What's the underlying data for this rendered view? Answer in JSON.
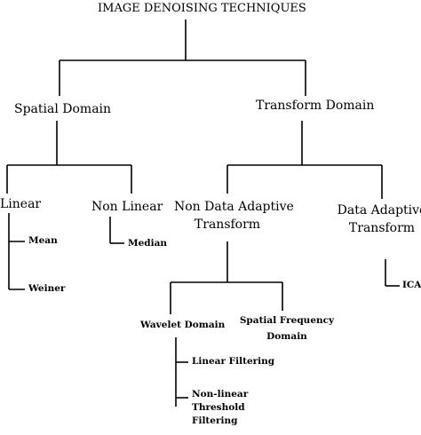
{
  "title": "IMAGE DENOISING TECHNIQUES",
  "nodes": {
    "spatial_domain": "Spatial Domain",
    "transform_domain": "Transform Domain",
    "linear": "Linear",
    "non_linear": "Non Linear",
    "mean": "Mean",
    "weiner": "Weiner",
    "median": "Median",
    "non_data_adaptive_1": "Non Data Adaptive",
    "non_data_adaptive_2": "Transform",
    "data_adaptive_1": "Data Adaptive",
    "data_adaptive_2": "Transform",
    "ica": "ICA",
    "wavelet_domain": "Wavelet Domain",
    "spatial_frequency_1": "Spatial Frequency",
    "spatial_frequency_2": "Domain",
    "linear_filtering": "Linear Filtering",
    "nonlinear_threshold_1": "Non-linear",
    "nonlinear_threshold_2": "Threshold",
    "nonlinear_threshold_3": "Filtering"
  },
  "colors": {
    "line": "#000000",
    "text": "#000000",
    "background": "#ffffff"
  }
}
